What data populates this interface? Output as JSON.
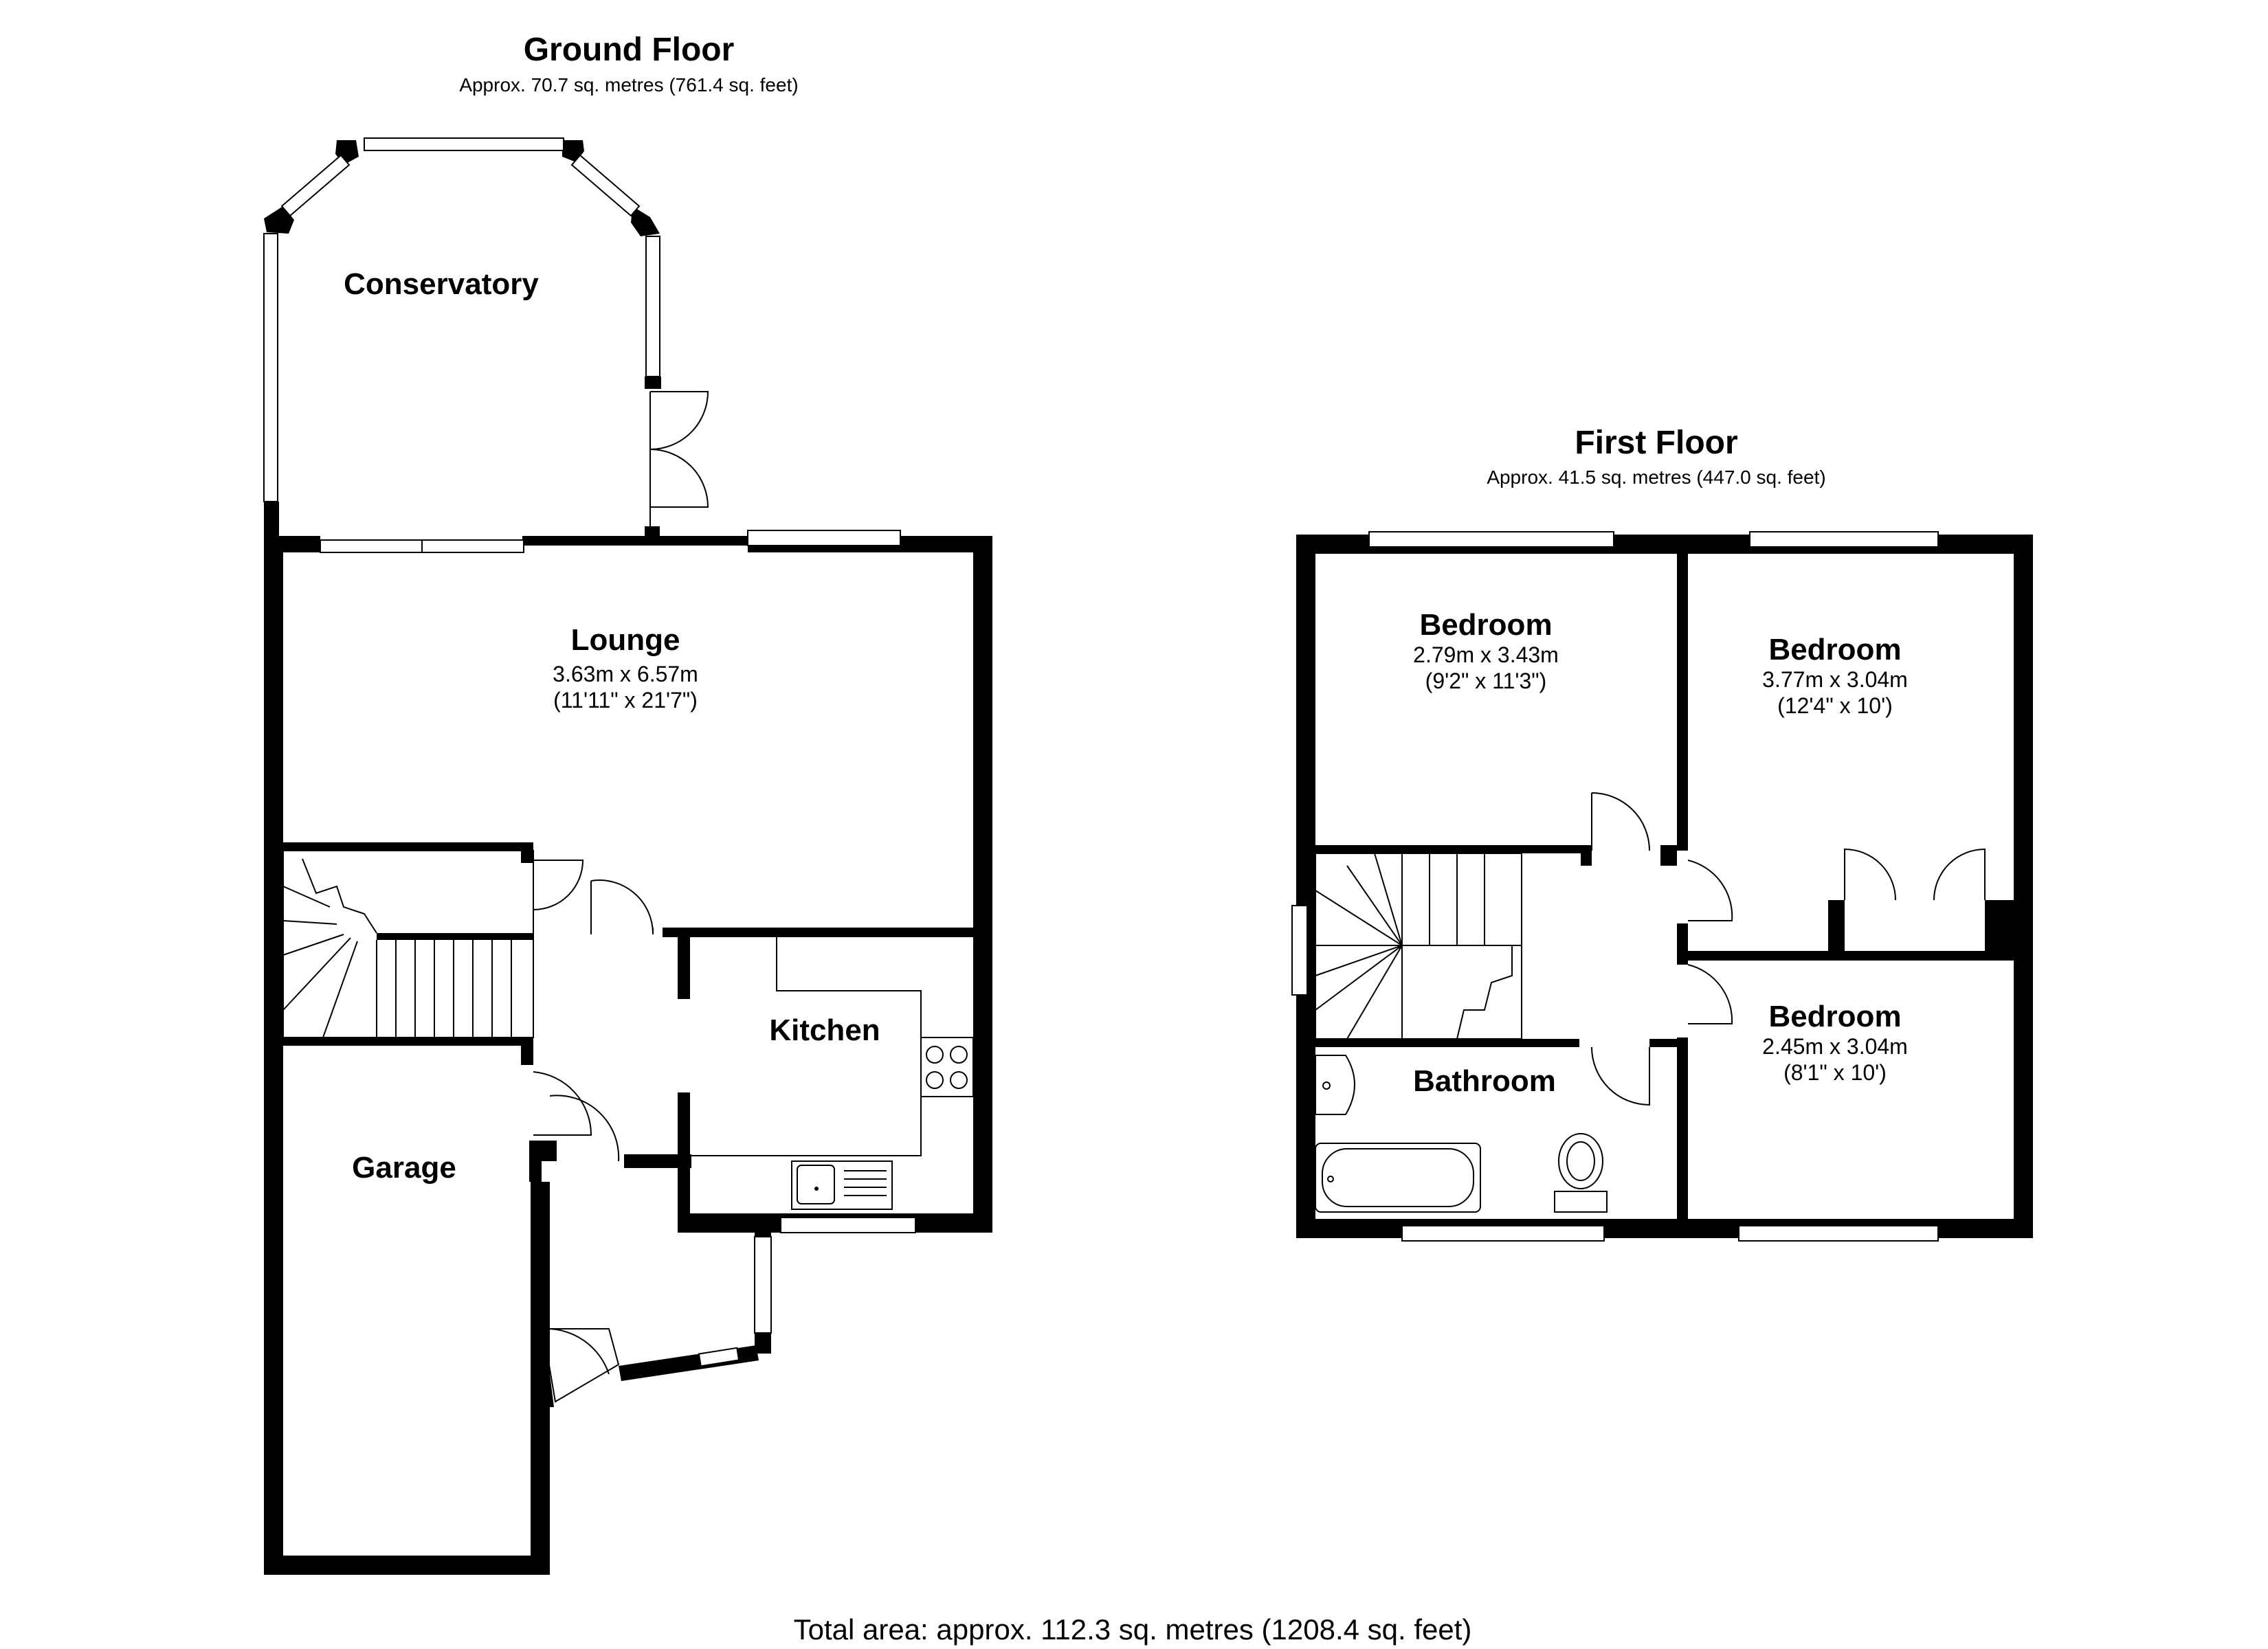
{
  "ground_floor": {
    "title": "Ground Floor",
    "area": "Approx. 70.7 sq. metres (761.4 sq. feet)",
    "rooms": {
      "conservatory": {
        "name": "Conservatory"
      },
      "lounge": {
        "name": "Lounge",
        "dim_m": "3.63m x 6.57m",
        "dim_ft": "(11'11\" x 21'7\")"
      },
      "kitchen": {
        "name": "Kitchen"
      },
      "garage": {
        "name": "Garage"
      }
    }
  },
  "first_floor": {
    "title": "First Floor",
    "area": "Approx. 41.5 sq. metres (447.0 sq. feet)",
    "rooms": {
      "bedroom_1": {
        "name": "Bedroom",
        "dim_m": "2.79m x 3.43m",
        "dim_ft": "(9'2\" x 11'3\")"
      },
      "bedroom_2": {
        "name": "Bedroom",
        "dim_m": "3.77m x 3.04m",
        "dim_ft": "(12'4\" x 10')"
      },
      "bedroom_3": {
        "name": "Bedroom",
        "dim_m": "2.45m x 3.04m",
        "dim_ft": "(8'1\" x 10')"
      },
      "bathroom": {
        "name": "Bathroom"
      }
    }
  },
  "total_area": "Total area: approx. 112.3 sq. metres (1208.4 sq. feet)"
}
